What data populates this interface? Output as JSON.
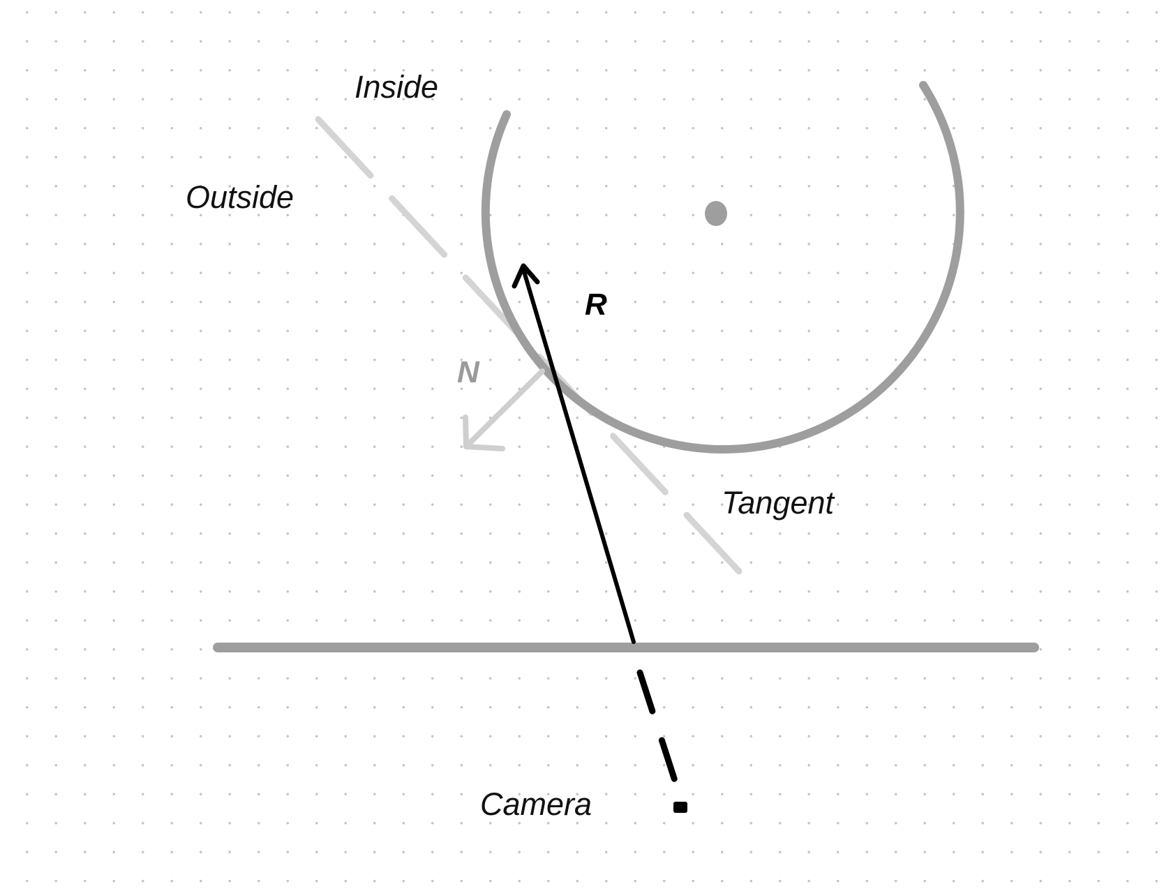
{
  "labels": {
    "inside": "Inside",
    "outside": "Outside",
    "ray": "R",
    "normal": "N",
    "tangent": "Tangent",
    "camera": "Camera"
  },
  "colors": {
    "background": "#ffffff",
    "grid_dot": "#c4c4c4",
    "sphere": "#9e9e9e",
    "plane": "#9e9e9e",
    "tangent_line": "#d4d4d4",
    "normal": "#cfcfcf",
    "normal_label": "#9a9a9a",
    "ray": "#000000",
    "camera": "#000000"
  }
}
